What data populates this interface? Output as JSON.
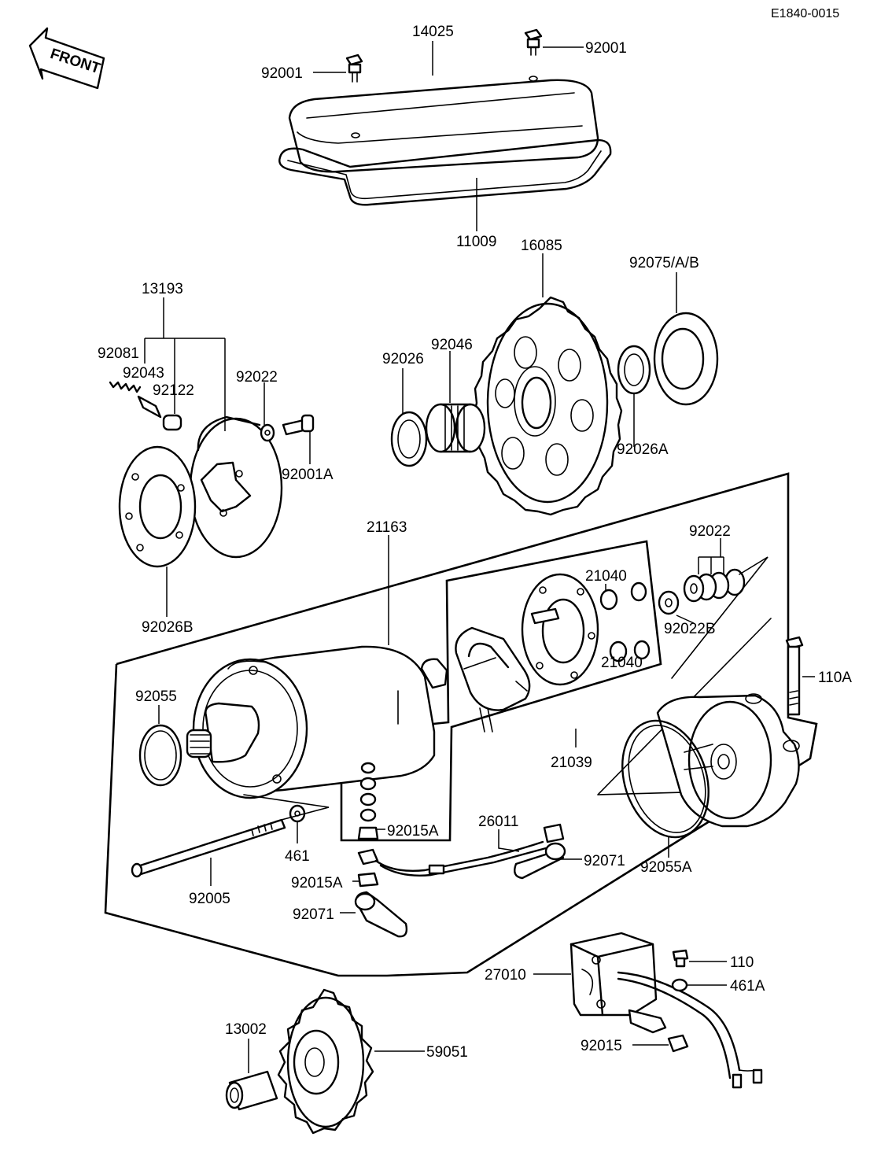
{
  "reference_code": "E1840-0015",
  "front_arrow": "FRONT",
  "labels": {
    "p14025": "14025",
    "p92001_left": "92001",
    "p92001_right": "92001",
    "p11009": "11009",
    "p16085": "16085",
    "p92075": "92075/A/B",
    "p13193": "13193",
    "p92081": "92081",
    "p92043": "92043",
    "p92122": "92122",
    "p92022_top": "92022",
    "p92001A": "92001A",
    "p92026": "92026",
    "p92046": "92046",
    "p92026A": "92026A",
    "p92026B": "92026B",
    "p21163": "21163",
    "p92022_right": "92022",
    "p21040_top": "21040",
    "p21040_bottom": "21040",
    "p92022B": "92022B",
    "p110A": "110A",
    "p92055": "92055",
    "p21039": "21039",
    "p92015A_top": "92015A",
    "p26011": "26011",
    "p461": "461",
    "p92071_right": "92071",
    "p92055A": "92055A",
    "p92015A_bottom": "92015A",
    "p92005": "92005",
    "p92071_left": "92071",
    "p27010": "27010",
    "p110": "110",
    "p461A": "461A",
    "p13002": "13002",
    "p59051": "59051",
    "p92015": "92015"
  }
}
